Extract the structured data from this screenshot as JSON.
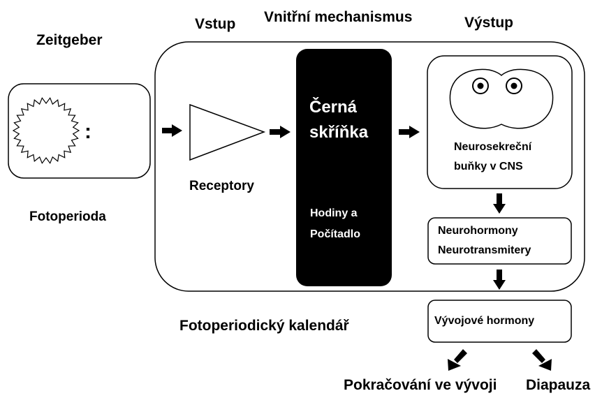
{
  "headings": {
    "zeitgeber": "Zeitgeber",
    "input": "Vstup",
    "mechanism": "Vnitřní mechanismus",
    "output": "Výstup"
  },
  "left": {
    "photoperiod": "Fotoperioda",
    "separator": ":"
  },
  "receptors": "Receptory",
  "black_box": {
    "title_line1": "Černá",
    "title_line2": "skříňka",
    "sub_line1": "Hodiny a",
    "sub_line2": "Počítadlo"
  },
  "output_box": {
    "line1": "Neurosekreční",
    "line2": "buňky v CNS"
  },
  "neuro_box": {
    "line1": "Neurohormony",
    "line2": "Neurotransmitery"
  },
  "dev_box": "Vývojové hormony",
  "calendar": "Fotoperiodický kalendář",
  "outcomes": {
    "continue": "Pokračování ve vývoji",
    "diapause": "Diapauza"
  },
  "colors": {
    "black_box_fill": "#000000",
    "black_box_text": "#ffffff",
    "stroke": "#000000"
  }
}
